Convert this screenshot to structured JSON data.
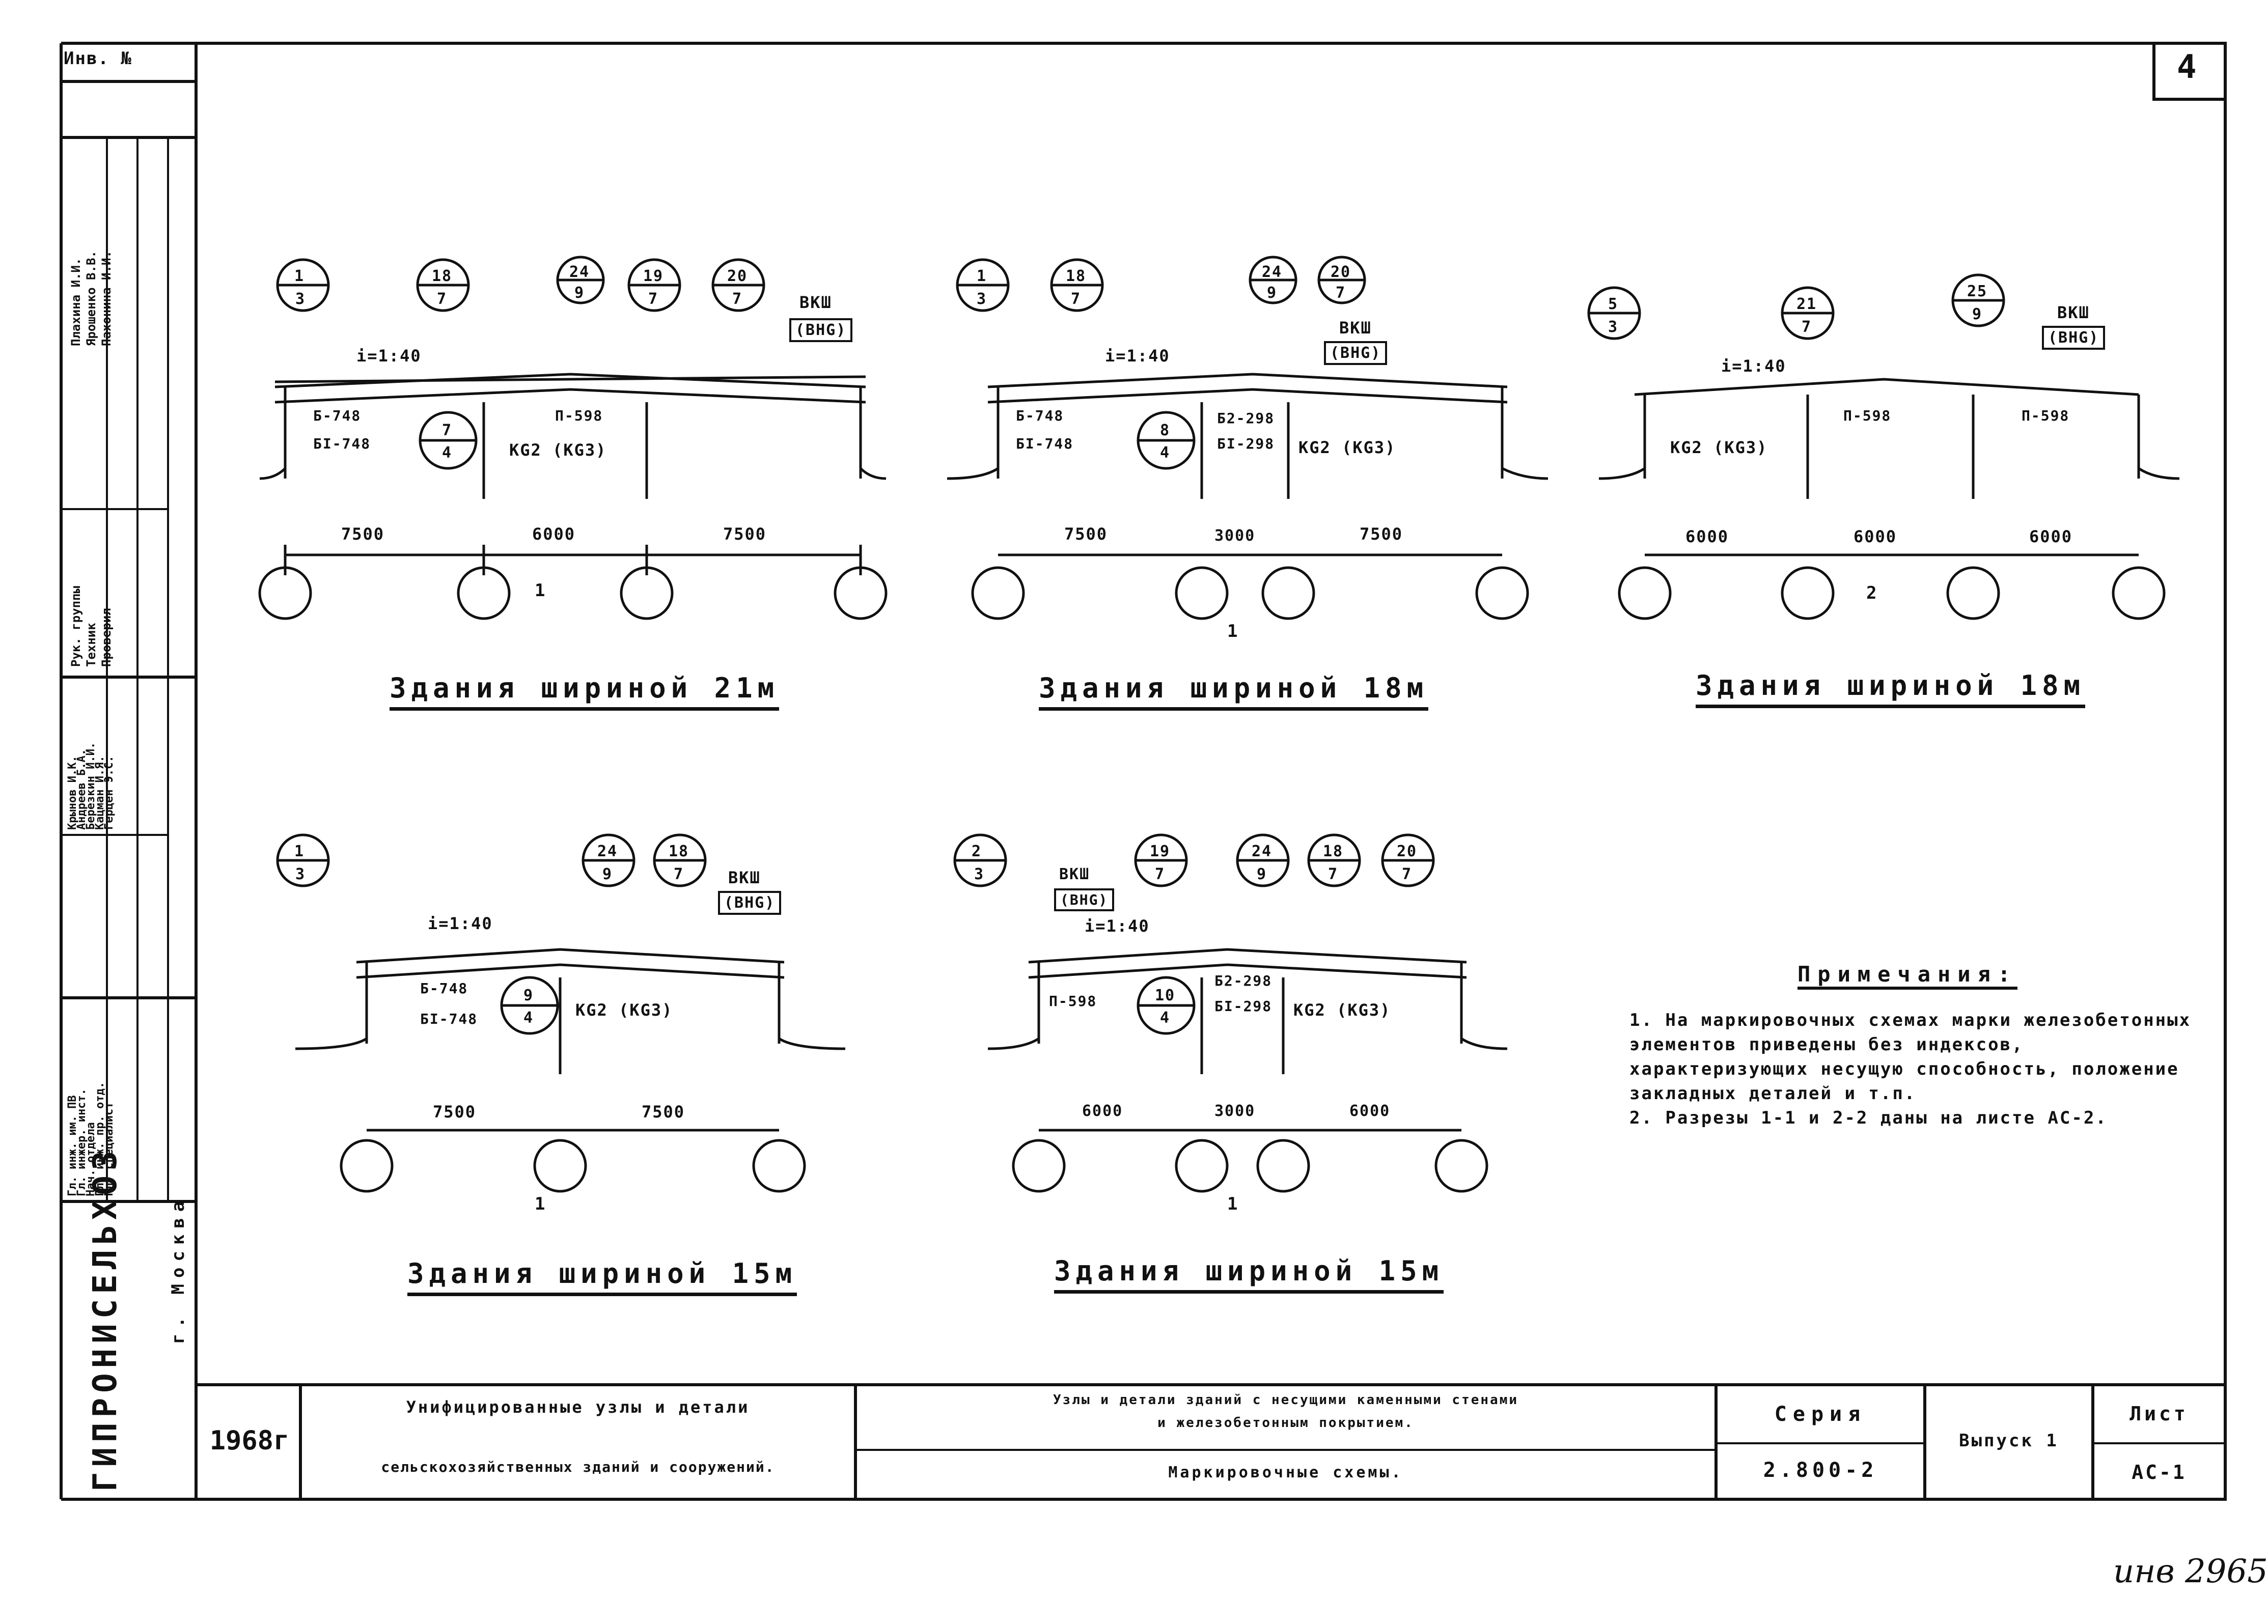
{
  "sheet": {
    "sheet_label": "4",
    "corner_stamp": "Инв. №",
    "inventory_note": "инв 2965"
  },
  "drawings": [
    {
      "caption": "Здания шириной 21м",
      "slope": "i=1:40",
      "bubbles": [
        {
          "n": "1",
          "d": "3"
        },
        {
          "n": "18",
          "d": "7"
        },
        {
          "n": "24",
          "d": "9"
        },
        {
          "n": "19",
          "d": "7"
        },
        {
          "n": "20",
          "d": "7"
        },
        {
          "n": "7",
          "d": "4"
        }
      ],
      "section": "1",
      "roof_label": "ВКШ",
      "roof_sub": "(ВНG)",
      "marks": [
        "Б-748",
        "БI-748",
        "П-598",
        "КG2 (КG3)"
      ],
      "spans": [
        "7500",
        "6000",
        "7500"
      ]
    },
    {
      "caption": "Здания шириной 18м",
      "slope": "i=1:40",
      "bubbles": [
        {
          "n": "1",
          "d": "3"
        },
        {
          "n": "18",
          "d": "7"
        },
        {
          "n": "24",
          "d": "9"
        },
        {
          "n": "20",
          "d": "7"
        },
        {
          "n": "8",
          "d": "4"
        }
      ],
      "section": "1",
      "roof_label": "ВКШ",
      "roof_sub": "(ВНG)",
      "marks": [
        "Б-748",
        "БI-748",
        "Б2-298",
        "БI-298",
        "КG2 (КG3)"
      ],
      "spans": [
        "7500",
        "3000",
        "7500"
      ]
    },
    {
      "caption": "Здания шириной 18м",
      "slope": "i=1:40",
      "bubbles": [
        {
          "n": "5",
          "d": "3"
        },
        {
          "n": "21",
          "d": "7"
        },
        {
          "n": "25",
          "d": "9"
        }
      ],
      "section": "2",
      "roof_label": "ВКШ",
      "roof_sub": "(ВНG)",
      "marks": [
        "КG2 (КG3)",
        "П-598",
        "П-598"
      ],
      "spans": [
        "6000",
        "6000",
        "6000"
      ]
    },
    {
      "caption": "Здания шириной 15м",
      "slope": "i=1:40",
      "bubbles": [
        {
          "n": "1",
          "d": "3"
        },
        {
          "n": "24",
          "d": "9"
        },
        {
          "n": "18",
          "d": "7"
        },
        {
          "n": "9",
          "d": "4"
        }
      ],
      "section": "1",
      "roof_label": "ВКШ",
      "roof_sub": "(ВНG)",
      "marks": [
        "Б-748",
        "БI-748",
        "КG2 (КG3)"
      ],
      "spans": [
        "7500",
        "7500"
      ]
    },
    {
      "caption": "Здания шириной 15м",
      "slope": "i=1:40",
      "bubbles": [
        {
          "n": "2",
          "d": "3"
        },
        {
          "n": "19",
          "d": "7"
        },
        {
          "n": "24",
          "d": "9"
        },
        {
          "n": "18",
          "d": "7"
        },
        {
          "n": "20",
          "d": "7"
        },
        {
          "n": "10",
          "d": "4"
        }
      ],
      "section": "1",
      "roof_label": "ВКШ",
      "roof_sub": "(ВНG)",
      "marks": [
        "П-598",
        "Б2-298",
        "БI-298",
        "КG2 (КG3)"
      ],
      "spans": [
        "6000",
        "3000",
        "6000"
      ]
    }
  ],
  "notes": {
    "title": "Примечания:",
    "items": [
      "1. На маркировочных схемах марки железобетонных элементов приведены без индексов, характеризующих несущую способность, положение закладных деталей и т.п.",
      "2. Разрезы 1-1 и 2-2 даны на листе АС-2."
    ]
  },
  "left_column": {
    "org": "ГИПРОНИСЕЛЬХОЗ",
    "city": "г. Москва",
    "roles": [
      "Рук. группы",
      "Техник",
      "Проверил"
    ],
    "names": [
      "Плахина И.И.",
      "Ярошенко В.В.",
      "Пахонина И.И."
    ],
    "roles2": [
      "Гл. инж. им. ПВ",
      "Гл. инжер. инст.",
      "Нач. отдела",
      "Гл. инж. пр. отд.",
      "Гл. специалист"
    ],
    "names2": [
      "Крынов И.К.",
      "Андреев Б.А.",
      "Березкин И.И.",
      "Кацман И.Я.",
      "Герцен Э.С."
    ]
  },
  "title_block": {
    "year": "1968г",
    "title_line1": "Унифицированные узлы и детали",
    "title_line2": "сельскохозяйственных зданий и сооружений.",
    "desc_line1": "Узлы и детали зданий с несущими каменными стенами",
    "desc_line2": "и железобетонным покрытием.",
    "desc_line3": "Маркировочные схемы.",
    "series_label": "Серия",
    "series_value": "2.800-2",
    "issue": "Выпуск 1",
    "sheet_label": "Лист",
    "sheet_value": "АС-1"
  }
}
